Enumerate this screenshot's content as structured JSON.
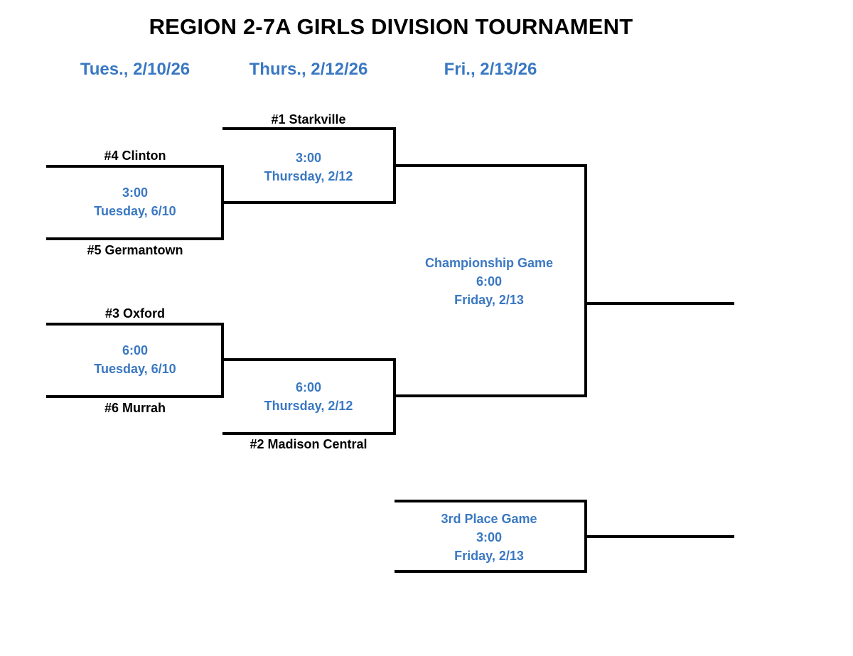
{
  "title": "REGION 2-7A GIRLS DIVISION TOURNAMENT",
  "rounds": [
    {
      "date": "Tues., 2/10/26"
    },
    {
      "date": "Thurs., 2/12/26"
    },
    {
      "date": "Fri., 2/13/26"
    }
  ],
  "teams": {
    "seed1": "#1 Starkville",
    "seed2": "#2 Madison Central",
    "seed3": "#3 Oxford",
    "seed4": "#4 Clinton",
    "seed5": "#5 Germantown",
    "seed6": "#6 Murrah"
  },
  "games": {
    "r1_top": {
      "time": "3:00",
      "day": "Tuesday, 6/10"
    },
    "r1_bottom": {
      "time": "6:00",
      "day": "Tuesday, 6/10"
    },
    "semi_top": {
      "time": "3:00",
      "day": "Thursday, 2/12"
    },
    "semi_bottom": {
      "time": "6:00",
      "day": "Thursday, 2/12"
    },
    "championship": {
      "name": "Championship Game",
      "time": "6:00",
      "day": "Friday, 2/13"
    },
    "third_place": {
      "name": "3rd Place Game",
      "time": "3:00",
      "day": "Friday, 2/13"
    }
  },
  "colors": {
    "accent": "#3a78c2",
    "lines": "#000000"
  }
}
